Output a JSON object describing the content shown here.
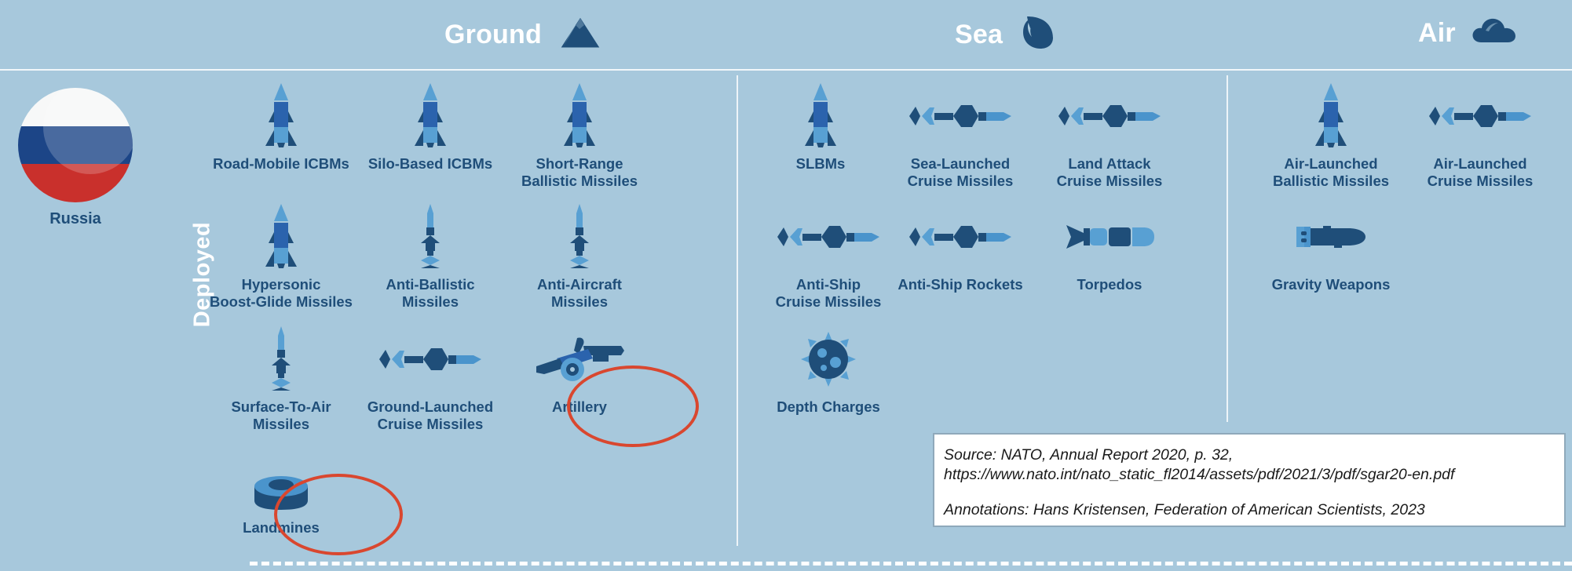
{
  "theme": {
    "background": "#a7c8dc",
    "label_color": "#1f4e79",
    "header_text": "#ffffff",
    "icon_dark": "#1f4e79",
    "icon_mid": "#2b63ad",
    "icon_light": "#58a0d3",
    "annotation_red": "#d9472f",
    "divider": "#ffffff"
  },
  "row_label": {
    "deployed": "Deployed"
  },
  "country": {
    "name": "Russia",
    "flag_icon": "russia-flag-circle-icon"
  },
  "domains": [
    {
      "id": "ground",
      "label": "Ground",
      "icon": "mountain-icon"
    },
    {
      "id": "sea",
      "label": "Sea",
      "icon": "wave-icon"
    },
    {
      "id": "air",
      "label": "Air",
      "icon": "cloud-icon"
    }
  ],
  "weapons": {
    "ground": [
      {
        "label": "Road-Mobile ICBMs",
        "icon": "rocket-icon",
        "annotated": false
      },
      {
        "label": "Silo-Based ICBMs",
        "icon": "rocket-icon",
        "annotated": false
      },
      {
        "label": "Short-Range\nBallistic Missiles",
        "icon": "rocket-icon",
        "annotated": false
      },
      {
        "label": "Hypersonic\nBoost-Glide Missiles",
        "icon": "rocket-icon",
        "annotated": false
      },
      {
        "label": "Anti-Ballistic\nMissiles",
        "icon": "interceptor-missile-icon",
        "annotated": false
      },
      {
        "label": "Anti-Aircraft\nMissiles",
        "icon": "interceptor-missile-icon",
        "annotated": false
      },
      {
        "label": "Surface-To-Air\nMissiles",
        "icon": "interceptor-missile-icon",
        "annotated": false
      },
      {
        "label": "Ground-Launched\nCruise Missiles",
        "icon": "cruise-missile-icon",
        "annotated": false
      },
      {
        "label": "Artillery",
        "icon": "artillery-cannon-icon",
        "annotated": true
      },
      {
        "label": "Landmines",
        "icon": "landmine-icon",
        "annotated": true
      }
    ],
    "sea": [
      {
        "label": "SLBMs",
        "icon": "rocket-icon",
        "annotated": false
      },
      {
        "label": "Sea-Launched\nCruise Missiles",
        "icon": "cruise-missile-icon",
        "annotated": false
      },
      {
        "label": "Land Attack\nCruise Missiles",
        "icon": "cruise-missile-icon",
        "annotated": false
      },
      {
        "label": "Anti-Ship\nCruise Missiles",
        "icon": "cruise-missile-icon",
        "annotated": false
      },
      {
        "label": "Anti-Ship Rockets",
        "icon": "cruise-missile-icon",
        "annotated": false
      },
      {
        "label": "Torpedos",
        "icon": "torpedo-icon",
        "annotated": false
      },
      {
        "label": "Depth Charges",
        "icon": "naval-mine-icon",
        "annotated": false
      }
    ],
    "air": [
      {
        "label": "Air-Launched\nBallistic Missiles",
        "icon": "rocket-icon",
        "annotated": false
      },
      {
        "label": "Air-Launched\nCruise Missiles",
        "icon": "cruise-missile-icon",
        "annotated": false
      },
      {
        "label": "Gravity Weapons",
        "icon": "gravity-bomb-icon",
        "annotated": false
      }
    ]
  },
  "source_box": {
    "line1": "Source: NATO, Annual Report 2020, p. 32,",
    "line2": "https://www.nato.int/nato_static_fl2014/assets/pdf/2021/3/pdf/sgar20-en.pdf",
    "line3": "Annotations: Hans Kristensen, Federation of American Scientists, 2023"
  }
}
